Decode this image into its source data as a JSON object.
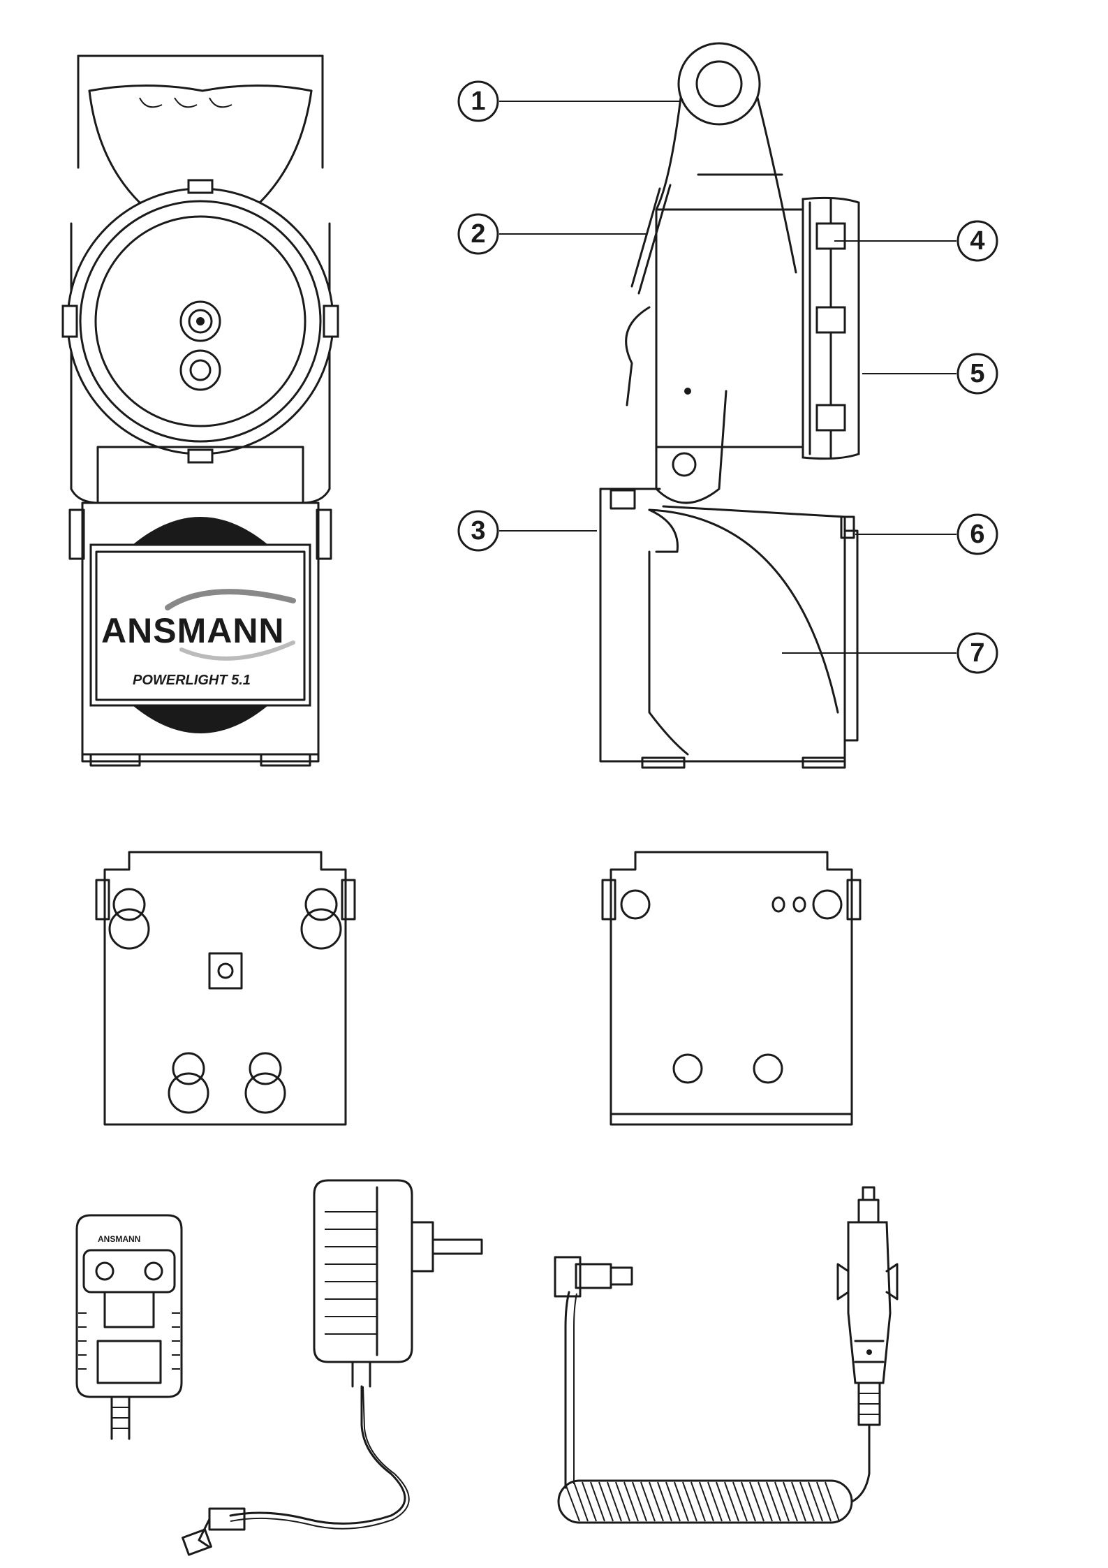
{
  "brand": {
    "logo": "ANSMANN",
    "model": "POWERLIGHT 5.1"
  },
  "adapter_label": "ANSMANN",
  "callouts": [
    {
      "number": "1",
      "target": "handle-ring"
    },
    {
      "number": "2",
      "target": "cable-clip"
    },
    {
      "number": "3",
      "target": "base-latch"
    },
    {
      "number": "4",
      "target": "lamp-head-clip"
    },
    {
      "number": "5",
      "target": "lamp-head-rim"
    },
    {
      "number": "6",
      "target": "side-switch"
    },
    {
      "number": "7",
      "target": "base-housing"
    }
  ],
  "icons": {
    "front_view": "spotlight-front-view-icon",
    "side_view": "spotlight-side-view-icon",
    "base_bottom_a": "base-bottom-view-icon",
    "base_bottom_b": "base-bottom-view-alt-icon",
    "plug_adapter_front": "plug-adapter-front-icon",
    "plug_adapter_side": "ac-charger-icon",
    "car_charger": "car-charger-cable-icon"
  }
}
